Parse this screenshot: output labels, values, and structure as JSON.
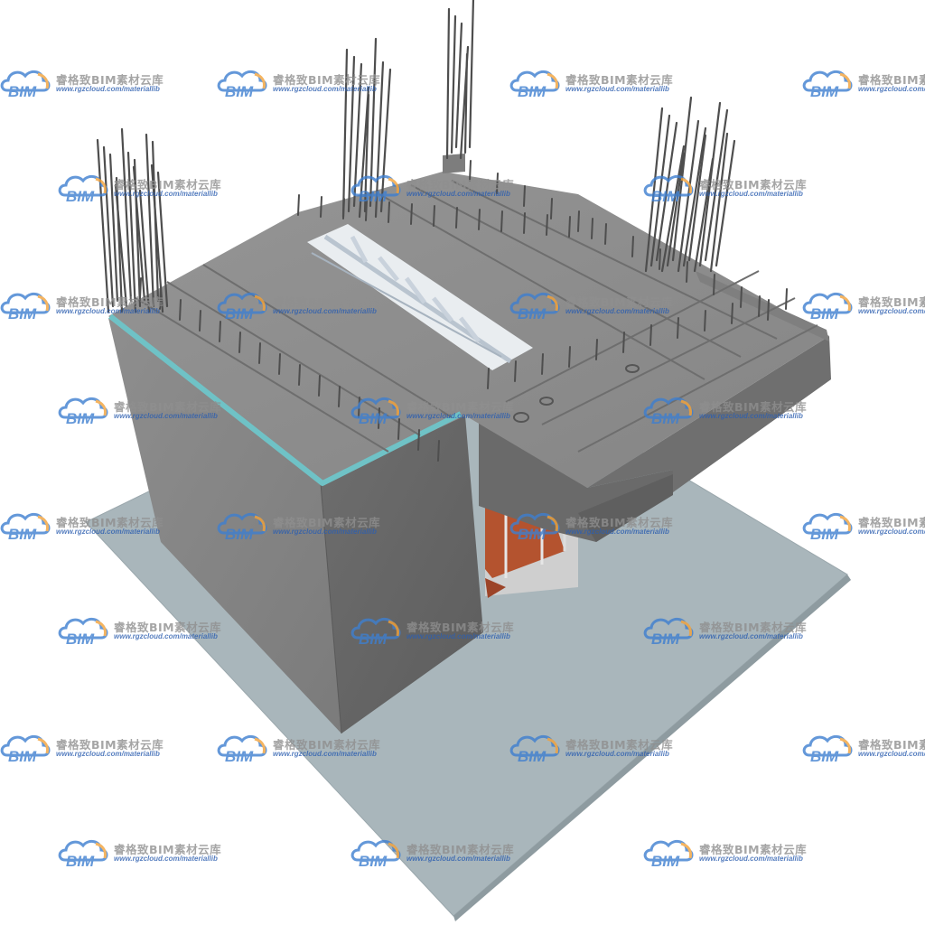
{
  "scene": {
    "subject": "3D BIM model of a reinforced concrete building section",
    "colors": {
      "ground_plate": "#a9b6bb",
      "concrete_light": "#8d8d8d",
      "concrete_mid": "#7a7a7a",
      "concrete_dark": "#646464",
      "waterproof_strip": "#6fc2c6",
      "wood_floor": "#b4532f",
      "steel_frame": "#c9d2dc",
      "rebar": "#4e4e4e"
    }
  },
  "watermark": {
    "logo_text": "BIM",
    "title": "睿格致BIM素材云库",
    "url": "www.rgzcloud.com/materiallib",
    "colors": {
      "cloud": "#3e7fd0",
      "accent": "#f2a23a",
      "title": "#8f8f8f",
      "url": "#2d5fb0"
    }
  }
}
